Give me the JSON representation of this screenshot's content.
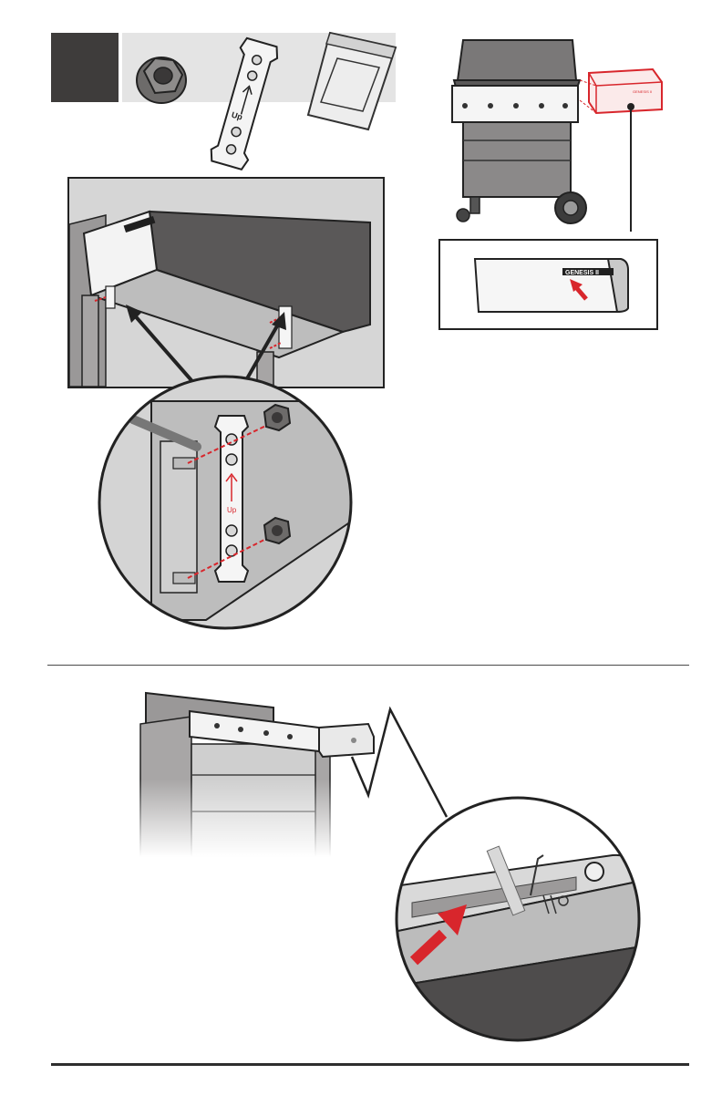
{
  "step": {
    "number": ""
  },
  "parts": {
    "bracket_label": "Up"
  },
  "grill": {
    "brand_label": "GENESIS II",
    "callout_brand_label": "GENESIS II"
  },
  "detail": {
    "bracket_label": "Up"
  },
  "colors": {
    "badge": "#3e3c3b",
    "highlight": "#d8262c",
    "panel_gray": "#c9c9c9",
    "dark_lid": "#5a5858"
  }
}
